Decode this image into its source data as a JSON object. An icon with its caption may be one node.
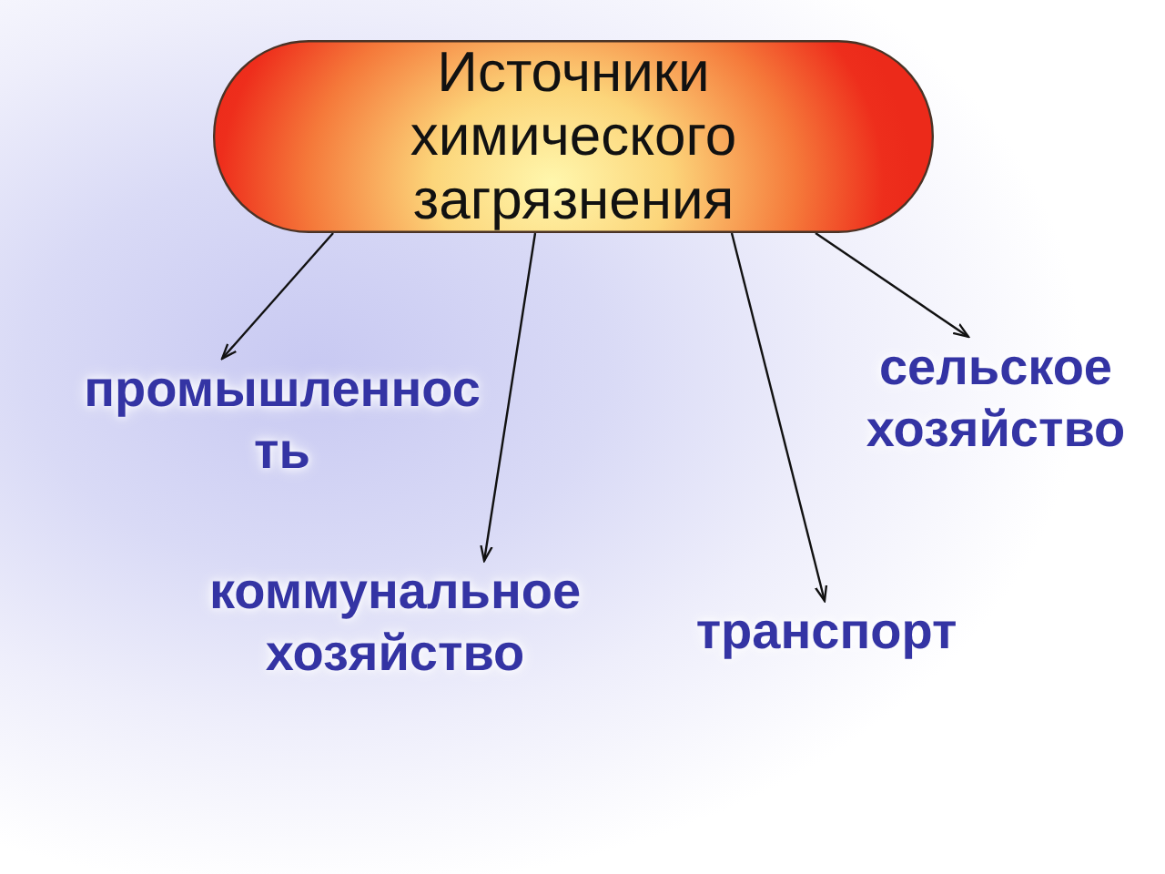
{
  "diagram": {
    "nodes": [
      {
        "text": [
          "Источники химического загрязнения"
        ]
      },
      {
        "text": [
          "промышленность"
        ]
      },
      {
        "text": [
          "коммунальное хозяйство"
        ]
      },
      {
        "text": [
          "транспорт"
        ]
      },
      {
        "text": [
          "сельское хозяйство"
        ]
      }
    ],
    "edges": [
      {
        "from": 0,
        "to": 1,
        "arrow": "to"
      },
      {
        "from": 0,
        "to": 2,
        "arrow": "to"
      },
      {
        "from": 0,
        "to": 3,
        "arrow": "to"
      },
      {
        "from": 0,
        "to": 4,
        "arrow": "to"
      }
    ]
  }
}
